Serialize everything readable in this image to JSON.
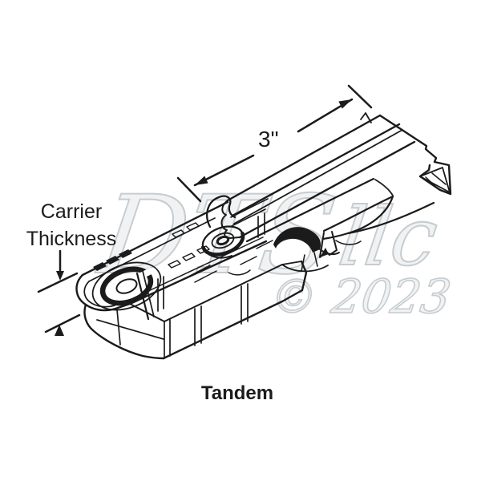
{
  "diagram": {
    "caption": "Tandem",
    "dimension": {
      "label": "3\""
    },
    "thickness": {
      "line1": "Carrier",
      "line2": "Thickness"
    },
    "watermark": {
      "brand": "DTS",
      "suffix": "llc",
      "year": "© 2023",
      "color": "#c6cccf"
    },
    "colors": {
      "line": "#1b1b1b",
      "background": "#ffffff"
    }
  }
}
